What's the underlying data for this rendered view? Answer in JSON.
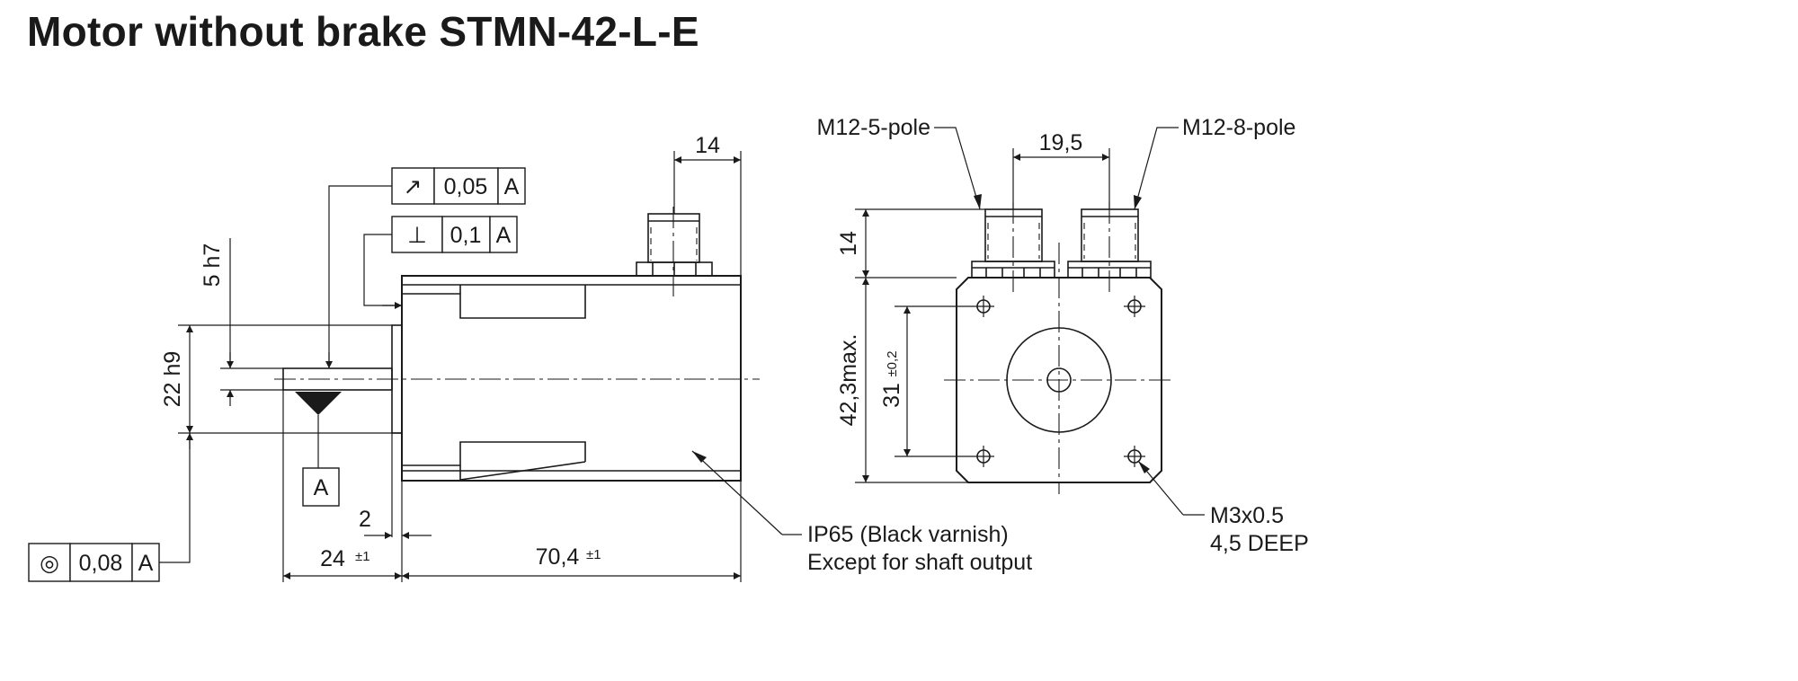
{
  "title": "Motor without brake STMN-42-L-E",
  "side_view": {
    "dim_flange_length": "14",
    "dim_shaft_diameter": "5 h7",
    "dim_pilot_diameter": "22 h9",
    "dim_flange_thickness": "2",
    "dim_shaft_length": "24",
    "dim_shaft_length_tol": "±1",
    "dim_body_length": "70,4",
    "dim_body_length_tol": "±1",
    "datum_label": "A",
    "fcf_runout": {
      "symbol": "↗",
      "value": "0,05",
      "datum": "A"
    },
    "fcf_perpendicularity": {
      "symbol": "⊥",
      "value": "0,1",
      "datum": "A"
    },
    "fcf_concentricity": {
      "symbol": "◎",
      "value": "0,08",
      "datum": "A"
    },
    "note_line1": "IP65 (Black varnish)",
    "note_line2": "Except for shaft output"
  },
  "front_view": {
    "connector_left": "M12-5-pole",
    "connector_right": "M12-8-pole",
    "dim_connector_spacing": "19,5",
    "dim_connector_height": "14",
    "dim_body_size": "42,3max.",
    "dim_hole_spacing": "31",
    "dim_hole_spacing_tol": "±0,2",
    "thread_line1": "M3x0.5",
    "thread_line2": "4,5 DEEP"
  }
}
